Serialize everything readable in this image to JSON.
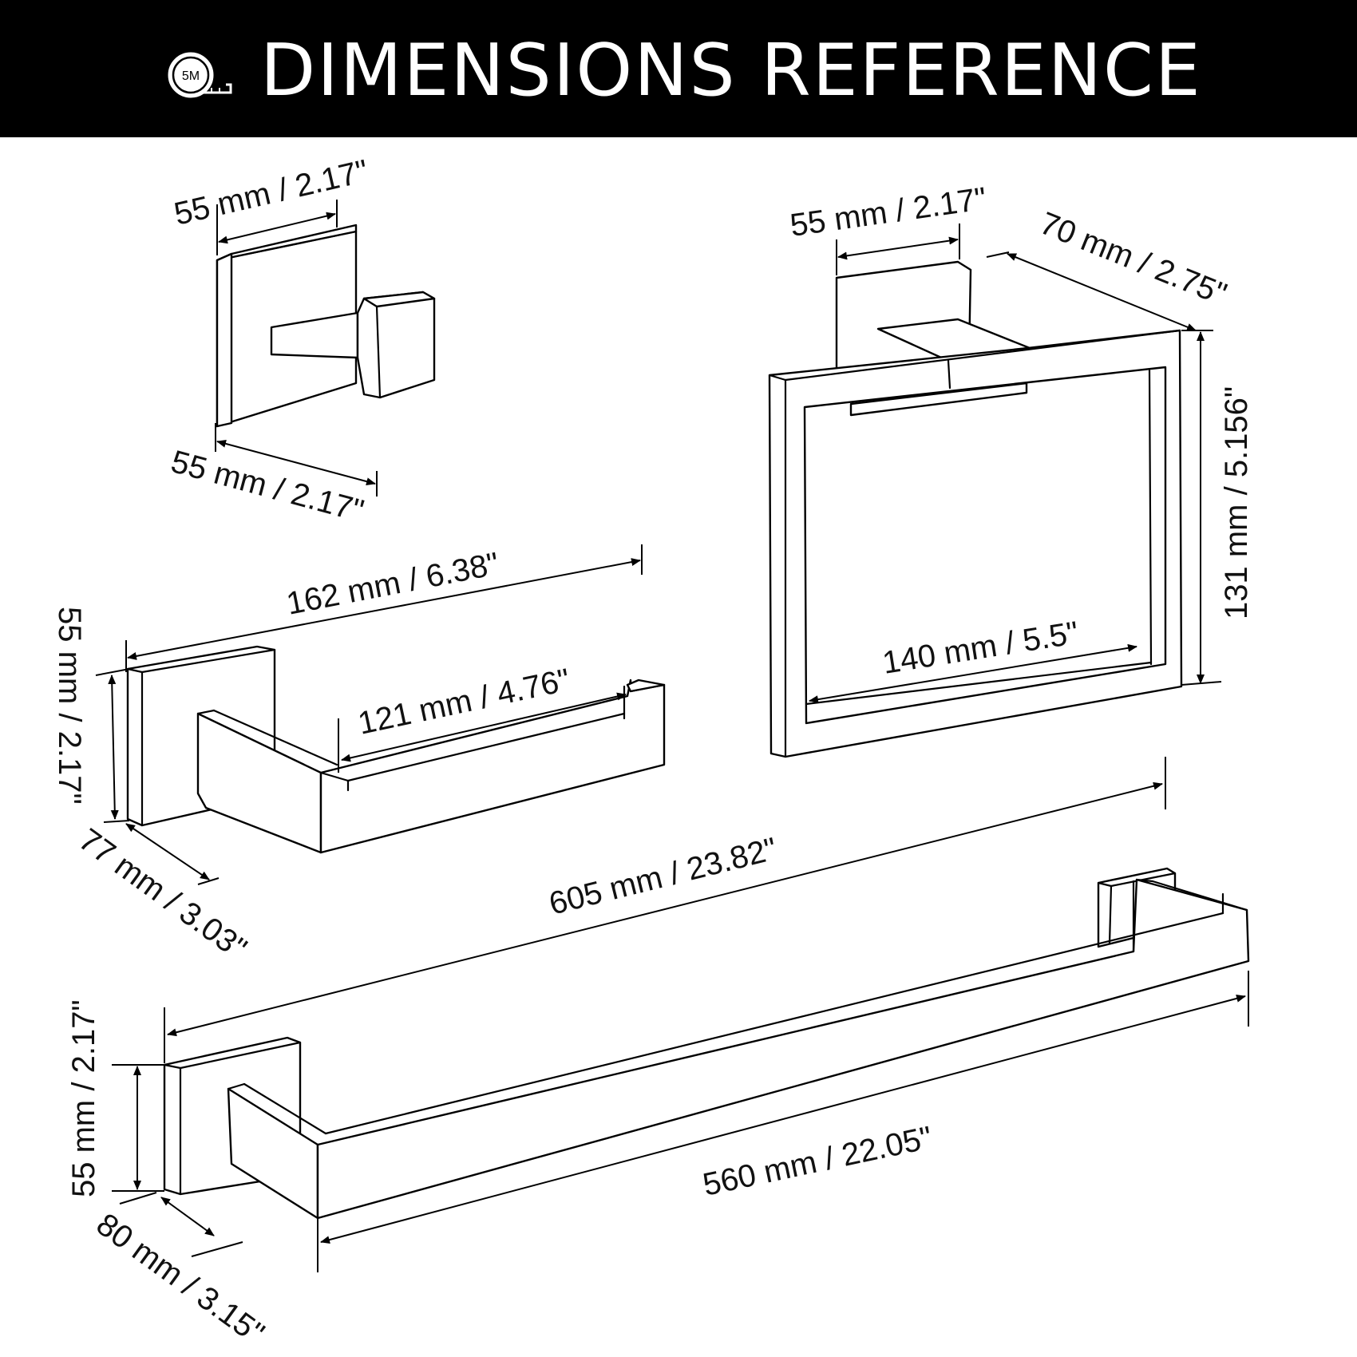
{
  "header": {
    "title": "DIMENSIONS REFERENCE",
    "icon": "tape-measure-icon",
    "icon_text": "5M"
  },
  "robe_hook": {
    "width_label": "55 mm / 2.17\"",
    "depth_label": "55 mm / 2.17\""
  },
  "towel_ring": {
    "plate_width_label": "55 mm / 2.17\"",
    "projection_label": "70 mm / 2.75\"",
    "height_label": "131 mm / 5.156\"",
    "inner_width_label": "140 mm / 5.5\""
  },
  "paper_holder": {
    "overall_length_label": "162 mm / 6.38\"",
    "bar_length_label": "121 mm / 4.76\"",
    "plate_height_label": "55 mm / 2.17\"",
    "depth_label": "77 mm / 3.03\""
  },
  "towel_bar": {
    "overall_length_label": "605 mm / 23.82\"",
    "bar_length_label": "560 mm / 22.05\"",
    "plate_height_label": "55 mm / 2.17\"",
    "depth_label": "80 mm / 3.15\""
  },
  "colors": {
    "header_bg": "#000000",
    "header_text": "#ffffff",
    "line": "#000000",
    "background": "#ffffff"
  }
}
